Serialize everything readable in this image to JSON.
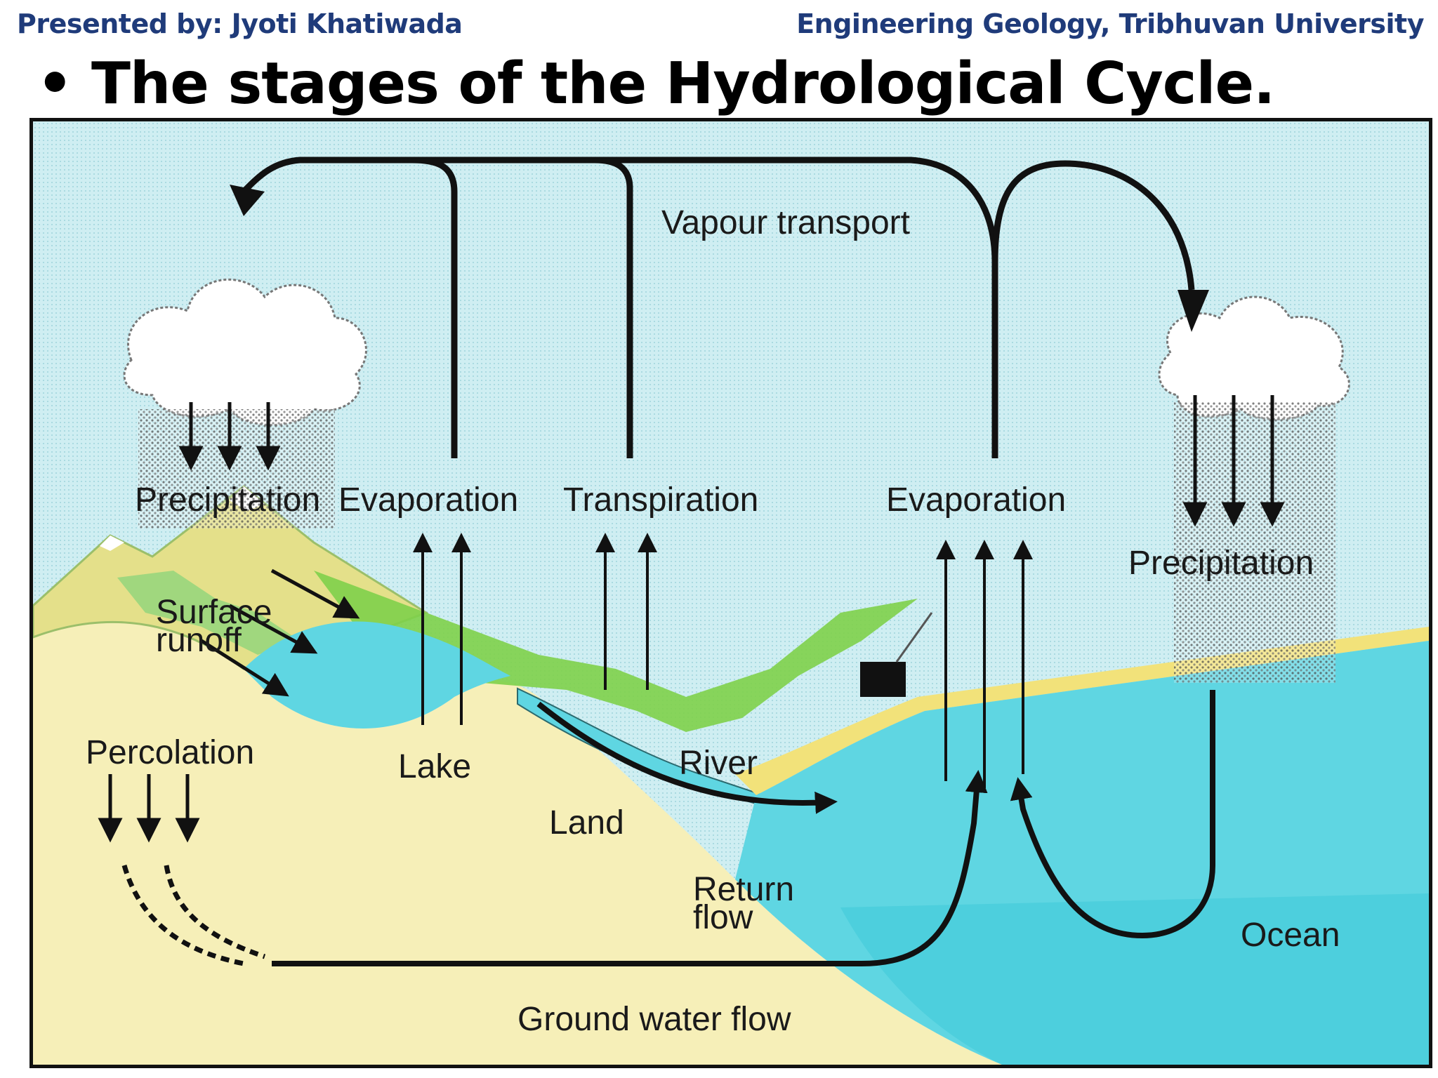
{
  "header": {
    "presenter": "Presented by: Jyoti Khatiwada",
    "course": "Engineering Geology, Tribhuvan University"
  },
  "slide": {
    "bullet": "•",
    "title": "The stages of the Hydrological Cycle."
  },
  "diagram": {
    "labels": {
      "vapour_transport": "Vapour transport",
      "precipitation_left": "Precipitation",
      "evaporation_lake": "Evaporation",
      "transpiration": "Transpiration",
      "evaporation_ocean": "Evaporation",
      "precipitation_right": "Precipitation",
      "surface_runoff_1": "Surface",
      "surface_runoff_2": "runoff",
      "percolation": "Percolation",
      "lake": "Lake",
      "river": "River",
      "land": "Land",
      "return_flow_1": "Return",
      "return_flow_2": "flow",
      "ocean": "Ocean",
      "ground_water_flow": "Ground water flow"
    },
    "colors": {
      "sky": "#cfeef2",
      "water": "#5fd6e2",
      "land": "#f6efb8",
      "vegetation": "#7ed04a",
      "mountain": "#e4e08a",
      "arrow": "#111111"
    }
  }
}
